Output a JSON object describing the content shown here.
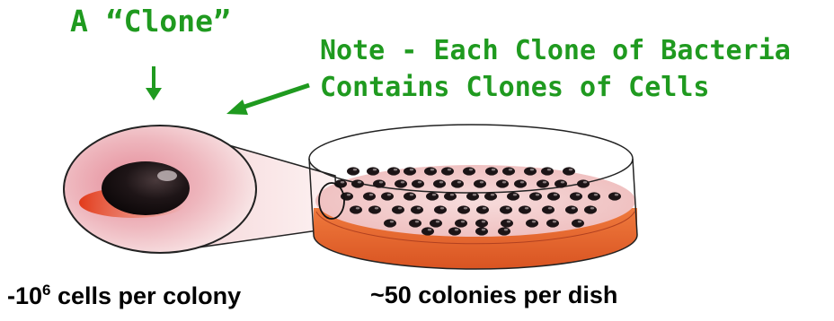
{
  "title": "A “Clone”",
  "note_line1": "Note - Each Clone of Bacteria",
  "note_line2": "Contains Clones of Cells",
  "caption_left": {
    "prefix": "-10",
    "exponent": "6",
    "suffix": " cells per colony"
  },
  "caption_right": "~50 colonies per dish",
  "colors": {
    "label_green": "#1f9a1f",
    "agar_orange": "#e5642c",
    "colony_dark": "#1c1416",
    "zoom_pink": "#e3a0a8"
  }
}
